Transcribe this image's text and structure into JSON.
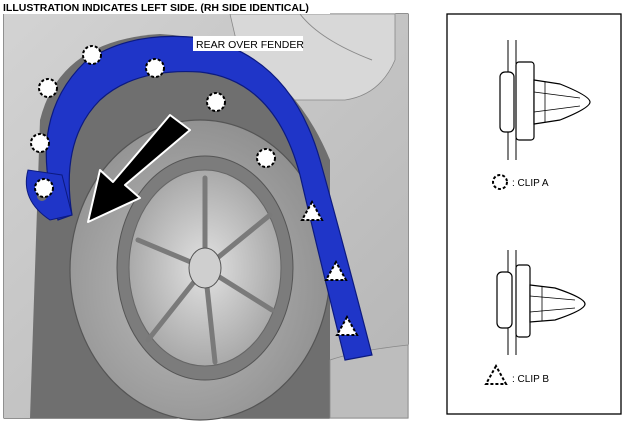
{
  "header": {
    "title": "ILLUSTRATION INDICATES LEFT SIDE. (RH SIDE IDENTICAL)"
  },
  "callout": {
    "label": "REAR OVER FENDER"
  },
  "legend": {
    "clip_a": {
      "label": ": CLIP A",
      "symbol": "dashed-circle-icon"
    },
    "clip_b": {
      "label": ": CLIP B",
      "symbol": "dashed-triangle-icon"
    }
  },
  "colors": {
    "fender_blue": "#1f35c8",
    "body_gray": "#c4c4c4",
    "tire_gray": "#a9a9a9",
    "arrow_black": "#000000"
  }
}
